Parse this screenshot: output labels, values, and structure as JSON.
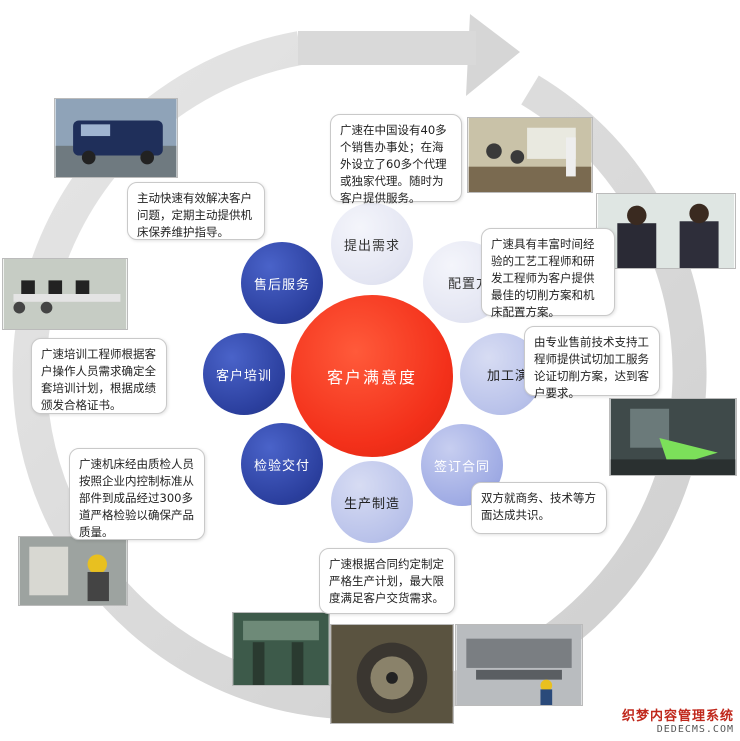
{
  "diagram": {
    "center_label": "客户满意度",
    "nodes": [
      {
        "id": "tichu",
        "label": "提出需求"
      },
      {
        "id": "peizhi",
        "label": "配置方"
      },
      {
        "id": "jiagong",
        "label": "加工演"
      },
      {
        "id": "qianding",
        "label": "签订合同"
      },
      {
        "id": "shengchan",
        "label": "生产制造"
      },
      {
        "id": "jianyan",
        "label": "检验交付"
      },
      {
        "id": "peixun",
        "label": "客户培训"
      },
      {
        "id": "shouhou",
        "label": "售后服务"
      }
    ],
    "callouts": {
      "tichu": "广速在中国设有40多个销售办事处；在海外设立了60多个代理或独家代理。随时为客户提供服务。",
      "peizhi": "广速具有丰富时间经验的工艺工程师和研发工程师为客户提供最佳的切削方案和机床配置方案。",
      "jiagong": "由专业售前技术支持工程师提供试切加工服务论证切削方案，达到客户要求。",
      "qianding": "双方就商务、技术等方面达成共识。",
      "shengchan": "广速根据合同约定制定严格生产计划，最大限度满足客户交货需求。",
      "jianyan": "广速机床经由质检人员按照企业内控制标准从部件到成品经过300多道严格检验以确保产品质量。",
      "peixun": "广速培训工程师根据客户操作人员需求确定全套培训计划，根据成绩颁发合格证书。",
      "shouhou": "主动快速有效解决客户问题，定期主动提供机床保养维护指导。"
    }
  },
  "watermark": {
    "title": "织梦内容管理系统",
    "url": "DEDECMS.COM"
  },
  "colors": {
    "ring": "#dcdcdc",
    "center": "#f3301a",
    "node_dark": "#2b3f9e",
    "node_light": "#e3e5f2"
  }
}
